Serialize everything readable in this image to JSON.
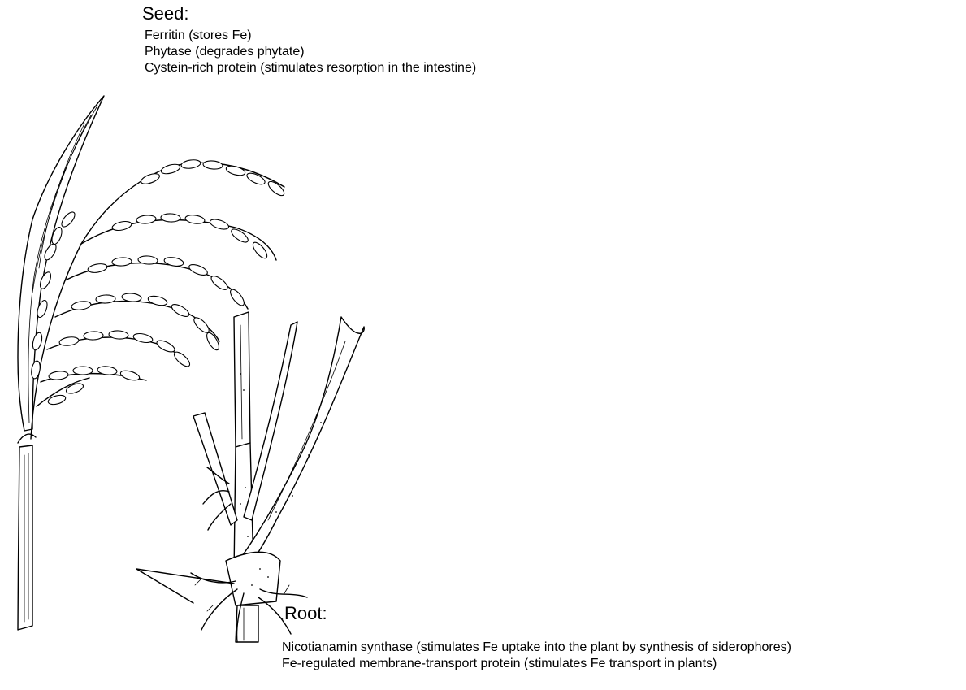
{
  "seed": {
    "heading": "Seed:",
    "items": [
      "Ferritin (stores Fe)",
      "Phytase (degrades phytate)",
      "Cystein-rich protein (stimulates resorption in the intestine)"
    ]
  },
  "root": {
    "heading": "Root:",
    "items": [
      "Nicotianamin synthase (stimulates Fe uptake into the plant by synthesis of siderophores)",
      "Fe-regulated membrane-transport protein (stimulates Fe transport in plants)"
    ]
  }
}
